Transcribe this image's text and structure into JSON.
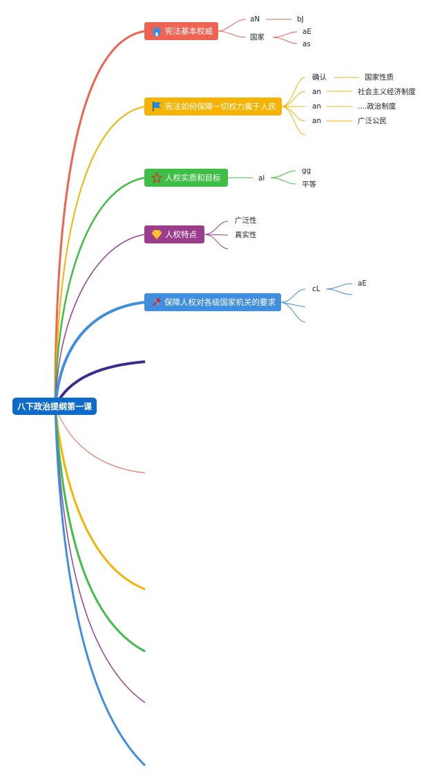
{
  "root": {
    "label": "八下政治提纲第一课"
  },
  "topics": [
    {
      "label": "宪法基本权威",
      "icon": "house-icon",
      "color": "#ef6352"
    },
    {
      "label": "宪法如何保障一切权力属于人民",
      "icon": "flag-icon",
      "color": "#f7b301"
    },
    {
      "label": "人权实质和目标",
      "icon": "star-icon",
      "color": "#3dbe44"
    },
    {
      "label": "人权特点",
      "icon": "diamond-icon",
      "color": "#9b3c8c"
    },
    {
      "label": "保障人权对各级国家机关的要求",
      "icon": "tools-icon",
      "color": "#3f8ee0"
    }
  ],
  "leaves": {
    "t1_a": "aN",
    "t1_a_child": "bJ",
    "t1_b": "国家",
    "t1_b_c1": "aE",
    "t1_b_c2": "as",
    "t2_1": "确认",
    "t2_1_child": "国家性质",
    "t2_2": "an",
    "t2_2_child": "社会主义经济制度",
    "t2_3": "an",
    "t2_3_child": "....政治制度",
    "t2_4": "an",
    "t2_4_child": "广泛公民",
    "t3_a": "al",
    "t3_c1": "gg",
    "t3_c2": "平等",
    "t4_1": "广泛性",
    "t4_2": "真实性",
    "t5_a": "cL",
    "t5_a_child": "aE"
  },
  "colors": {
    "root": "#0e6bc9",
    "red": "#ef6352",
    "yellow": "#f7b301",
    "green": "#3dbe44",
    "purple": "#9b3c8c",
    "blue": "#3f8ee0",
    "navy": "#3a2d8f"
  }
}
